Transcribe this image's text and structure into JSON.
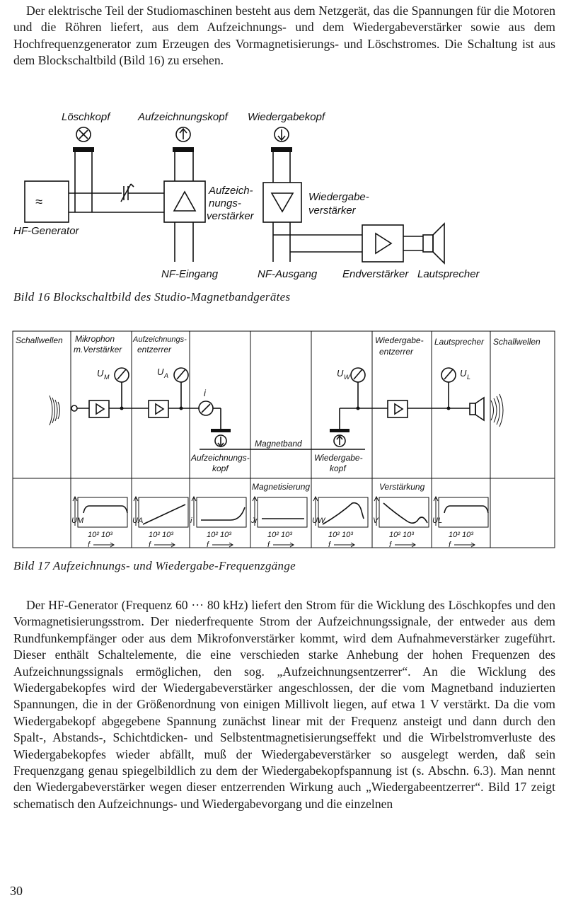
{
  "para_intro": "Der elektrische Teil der Studiomaschinen besteht aus dem Netzgerät, das die Spannungen für die Motoren und die Röhren liefert, aus dem Aufzeichnungs- und dem Wiedergabeverstärker sowie aus dem Hochfrequenzgenerator zum Erzeugen des Vormagnetisierungs- und Löschstromes. Die Schaltung ist aus dem Blockschaltbild (Bild 16) zu ersehen.",
  "fig16": {
    "caption": "Bild 16 Blockschaltbild des Studio-Magnetbandgerätes",
    "labels": {
      "loeschkopf": "Löschkopf",
      "aufzeichnungskopf": "Aufzeichnungskopf",
      "wiedergabekopf": "Wiedergabekopf",
      "aufz_verst_1": "Aufzeich-",
      "aufz_verst_2": "nungs-",
      "aufz_verst_3": "verstärker",
      "wied_verst_1": "Wiedergabe-",
      "wied_verst_2": "verstärker",
      "hf_generator": "HF-Generator",
      "nf_eingang": "NF-Eingang",
      "nf_ausgang": "NF-Ausgang",
      "endverstaerker": "Endverstärker",
      "lautsprecher": "Lautsprecher"
    }
  },
  "fig17": {
    "caption": "Bild 17 Aufzeichnungs- und Wiedergabe-Frequenzgänge",
    "columns": {
      "c1": "Schallwellen",
      "c2a": "Mikrophon",
      "c2b": "m.Verstärker",
      "c3a": "Aufzeichnungs-",
      "c3b": "entzerrer",
      "c7a": "Wiedergabe-",
      "c7b": "entzerrer",
      "c8": "Lautsprecher",
      "c9": "Schallwellen"
    },
    "labels": {
      "um": "U",
      "um_sub": "M",
      "ua": "U",
      "ua_sub": "A",
      "i": "i",
      "uw": "U",
      "uw_sub": "W",
      "ul": "U",
      "ul_sub": "L",
      "magnetband": "Magnetband",
      "aufzk_1": "Aufzeichnungs-",
      "aufzk_2": "kopf",
      "wiedk_1": "Wiedergabe-",
      "wiedk_2": "kopf",
      "magnetisierung": "Magnetisierung",
      "verstaerkung": "Verstärkung"
    },
    "graphs": [
      {
        "ylabel": "UM",
        "ticks": "10² 10³",
        "xlabel": "f",
        "curve": "flat"
      },
      {
        "ylabel": "UA",
        "ticks": "10² 10³",
        "xlabel": "f",
        "curve": "rising"
      },
      {
        "ylabel": "i",
        "ticks": "10² 10³",
        "xlabel": "f",
        "curve": "flat-rise"
      },
      {
        "ylabel": "Jr",
        "ticks": "10² 10³",
        "xlabel": "f",
        "curve": "flat-low"
      },
      {
        "ylabel": "UW",
        "ticks": "10² 10³",
        "xlabel": "f",
        "curve": "peak"
      },
      {
        "ylabel": "V",
        "ticks": "10² 10³",
        "xlabel": "f",
        "curve": "falling"
      },
      {
        "ylabel": "UL",
        "ticks": "10² 10³",
        "xlabel": "f",
        "curve": "flat"
      }
    ]
  },
  "para_main": "Der HF-Generator (Frequenz 60 ··· 80 kHz) liefert den Strom für die Wicklung des Löschkopfes und den Vormagnetisierungsstrom. Der niederfrequente Strom der Aufzeichnungssignale, der entweder aus dem Rundfunkempfänger oder aus dem Mikrofonverstärker kommt, wird dem Aufnahmeverstärker zugeführt. Dieser enthält Schaltelemente, die eine verschieden starke Anhebung der hohen Frequenzen des Aufzeichnungssignals ermöglichen, den sog. „Aufzeichnungsentzerrer“. An die Wicklung des Wiedergabekopfes wird der Wiedergabeverstärker angeschlossen, der die vom Magnetband induzierten Spannungen, die in der Größenordnung von einigen Millivolt liegen, auf etwa 1 V verstärkt. Da die vom Wiedergabekopf abgegebene Spannung zunächst linear mit der Frequenz ansteigt und dann durch den Spalt-, Abstands-, Schichtdicken- und Selbstentmagnetisierungseffekt und die Wirbelstromverluste des Wiedergabekopfes wieder abfällt, muß der Wiedergabeverstärker so ausgelegt werden, daß sein Frequenzgang genau spiegelbildlich zu dem der Wiedergabekopfspannung ist (s. Abschn. 6.3). Man nennt den Wiedergabeverstärker wegen dieser entzerrenden Wirkung auch „Wiedergabeentzerrer“. Bild 17 zeigt schematisch den Aufzeichnungs- und Wiedergabevorgang und die einzelnen",
  "page_number": "30"
}
